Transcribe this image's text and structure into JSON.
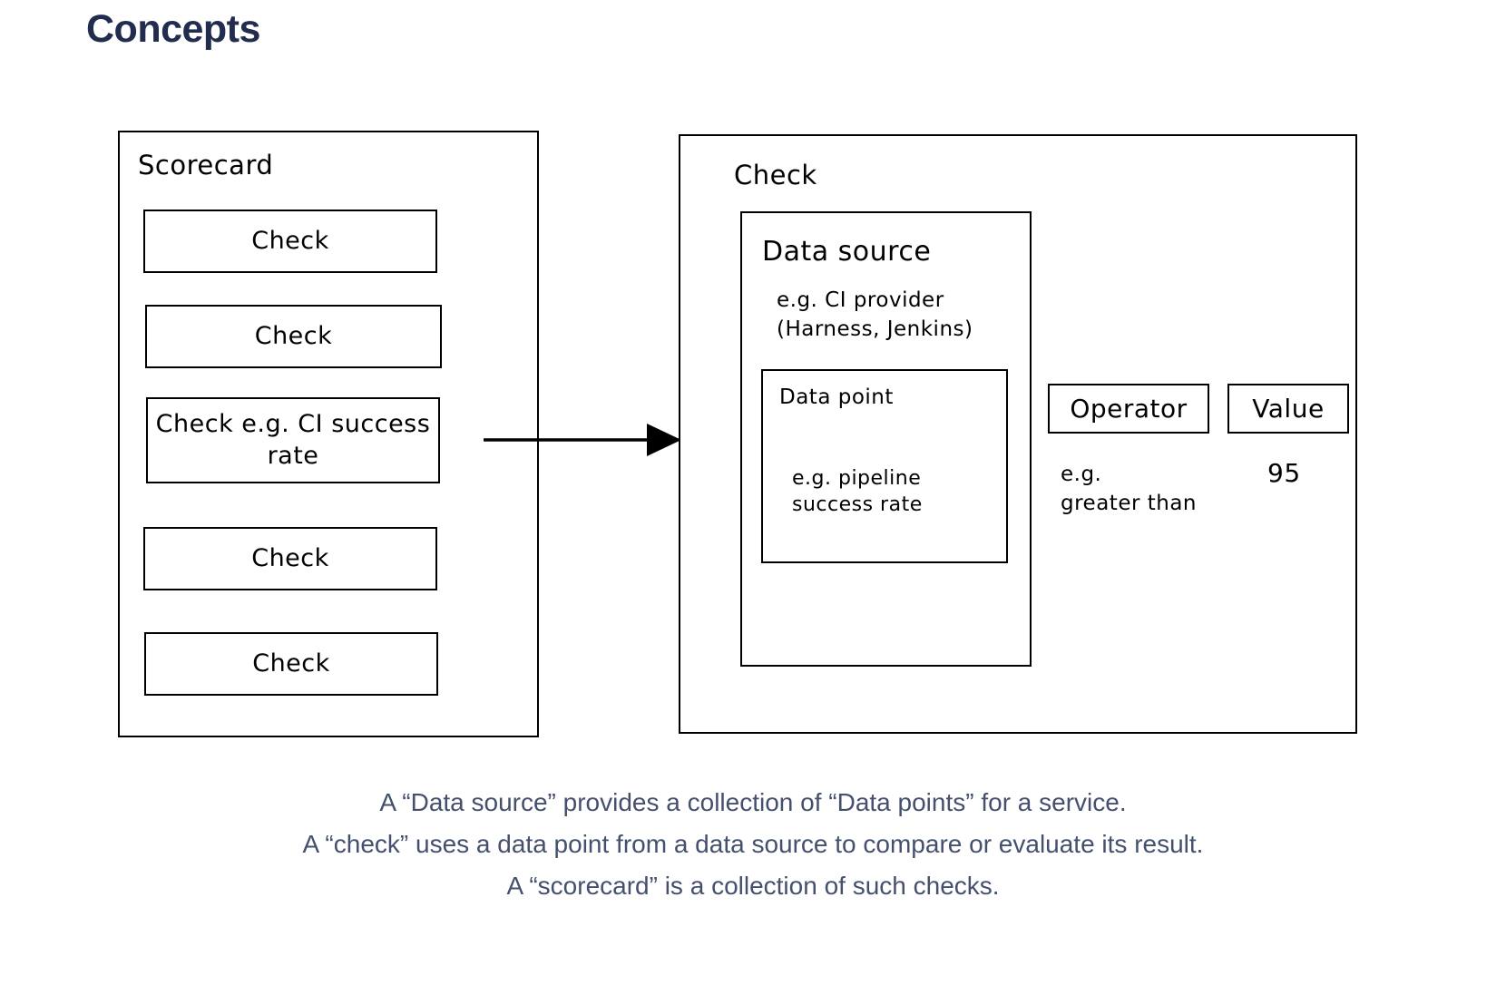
{
  "page": {
    "title": "Concepts",
    "title_color": "#212c4e",
    "background": "#ffffff",
    "ink_color": "#000000"
  },
  "diagram": {
    "scorecard": {
      "title": "Scorecard",
      "checks": [
        {
          "label": "Check"
        },
        {
          "label": "Check"
        },
        {
          "label": "Check e.g. CI\nsuccess rate"
        },
        {
          "label": "Check"
        },
        {
          "label": "Check"
        }
      ]
    },
    "connector": {
      "name": "arrow-right",
      "from": "check-e-g-ci-success-rate",
      "to": "check-panel"
    },
    "check_detail": {
      "title": "Check",
      "data_source": {
        "title": "Data source",
        "note": "e.g. CI provider\n(Harness, Jenkins)",
        "data_point": {
          "title": "Data point",
          "note": "e.g. pipeline\nsuccess rate"
        }
      },
      "operator": {
        "title": "Operator",
        "note": "e.g.\ngreater than"
      },
      "value": {
        "title": "Value",
        "note": "95"
      }
    }
  },
  "caption": {
    "color": "#44506e",
    "lines": [
      "A “Data source” provides a collection of “Data points” for a service.",
      "A “check” uses a data point from a data source to compare or evaluate its result.",
      "A “scorecard” is a collection of such checks."
    ]
  }
}
